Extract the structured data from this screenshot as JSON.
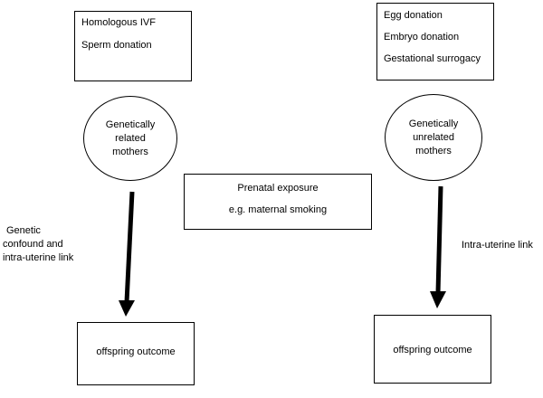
{
  "left_methods": [
    "Homologous IVF",
    "Sperm donation"
  ],
  "right_methods": [
    "Egg donation",
    "Embryo donation",
    "Gestational surrogacy"
  ],
  "left_mother": [
    "Genetically",
    "related",
    "mothers"
  ],
  "right_mother": [
    "Genetically",
    "unrelated",
    "mothers"
  ],
  "exposure": {
    "title": "Prenatal exposure",
    "example": "e.g. maternal smoking"
  },
  "left_link": [
    "Genetic",
    "confound and",
    "intra-uterine link"
  ],
  "right_link": "Intra-uterine link",
  "left_outcome": "offspring outcome",
  "right_outcome": "offspring outcome"
}
